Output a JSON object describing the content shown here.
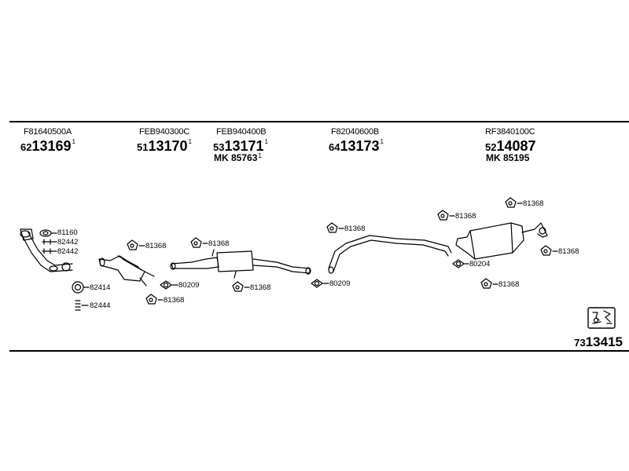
{
  "parts": {
    "p1": {
      "code": "F81640500A",
      "art_prefix": "62",
      "art_main": "13169",
      "art_sup": "1"
    },
    "p2": {
      "code": "FEB940300C",
      "art_prefix": "51",
      "art_main": "13170",
      "art_sup": "1"
    },
    "p3": {
      "code": "FEB940400B",
      "art_prefix": "53",
      "art_main": "13171",
      "art_sup": "1",
      "mk": "MK  85763",
      "mk_sup": "1"
    },
    "p4": {
      "code": "F82040600B",
      "art_prefix": "64",
      "art_main": "13173",
      "art_sup": "1"
    },
    "p5": {
      "code": "RF3840100C",
      "art_prefix": "52",
      "art_main": "14087",
      "mk": "MK  85195"
    }
  },
  "hardware": {
    "h81160": "81160",
    "h82442a": "82442",
    "h82442b": "82442",
    "h82414": "82414",
    "h82444": "82444",
    "h81368_a": "81368",
    "h80209_a": "80209",
    "h81368_b": "81368",
    "h81368_c": "81368",
    "h81368_d": "81368",
    "h80209_b": "80209",
    "h81368_e": "81368",
    "h81368_f": "81368",
    "h81368_g": "81368",
    "h81368_h": "81368",
    "h80204": "80204",
    "h81368_i": "81368"
  },
  "footer": {
    "art_prefix": "73",
    "art_main": "13415"
  },
  "colors": {
    "line": "#000000",
    "background": "#ffffff"
  }
}
